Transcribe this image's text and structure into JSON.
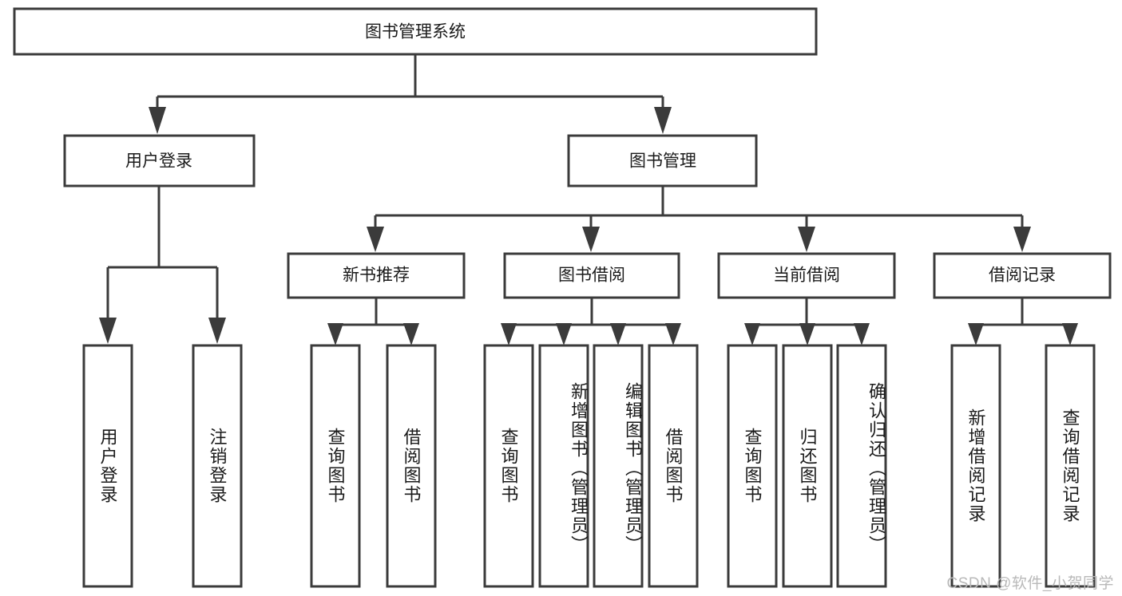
{
  "diagram": {
    "title": "图书管理系统",
    "type": "tree-hierarchy-chart",
    "background_color": "#ffffff",
    "line_color": "#3b3b3b",
    "text_color": "#1a1a1a",
    "watermark": "CSDN @软件_小贺同学",
    "levels": {
      "root": {
        "label": "图书管理系统"
      },
      "level1": [
        {
          "id": "user-login",
          "label": "用户登录"
        },
        {
          "id": "book-manage",
          "label": "图书管理"
        }
      ],
      "level2": [
        {
          "id": "new-book-recommend",
          "label": "新书推荐",
          "parent": "book-manage"
        },
        {
          "id": "book-borrow",
          "label": "图书借阅",
          "parent": "book-manage"
        },
        {
          "id": "current-borrow",
          "label": "当前借阅",
          "parent": "book-manage"
        },
        {
          "id": "borrow-record",
          "label": "借阅记录",
          "parent": "book-manage"
        }
      ],
      "leaves": [
        {
          "id": "leaf-user-login",
          "label": "用户登录",
          "parent": "user-login"
        },
        {
          "id": "leaf-logout-login",
          "label": "注销登录",
          "parent": "user-login"
        },
        {
          "id": "leaf-query-book-1",
          "label": "查询图书",
          "parent": "new-book-recommend"
        },
        {
          "id": "leaf-borrow-book-1",
          "label": "借阅图书",
          "parent": "new-book-recommend"
        },
        {
          "id": "leaf-query-book-2",
          "label": "查询图书",
          "parent": "book-borrow"
        },
        {
          "id": "leaf-add-book",
          "label": "新增图书（管理员）",
          "parent": "book-borrow"
        },
        {
          "id": "leaf-edit-book",
          "label": "编辑图书（管理员）",
          "parent": "book-borrow"
        },
        {
          "id": "leaf-borrow-book-2",
          "label": "借阅图书",
          "parent": "book-borrow"
        },
        {
          "id": "leaf-query-book-3",
          "label": "查询图书",
          "parent": "current-borrow"
        },
        {
          "id": "leaf-return-book",
          "label": "归还图书",
          "parent": "current-borrow"
        },
        {
          "id": "leaf-confirm-return",
          "label": "确认归还（管理员）",
          "parent": "current-borrow"
        },
        {
          "id": "leaf-add-record",
          "label": "新增借阅记录",
          "parent": "borrow-record"
        },
        {
          "id": "leaf-query-record",
          "label": "查询借阅记录",
          "parent": "borrow-record"
        }
      ]
    }
  }
}
